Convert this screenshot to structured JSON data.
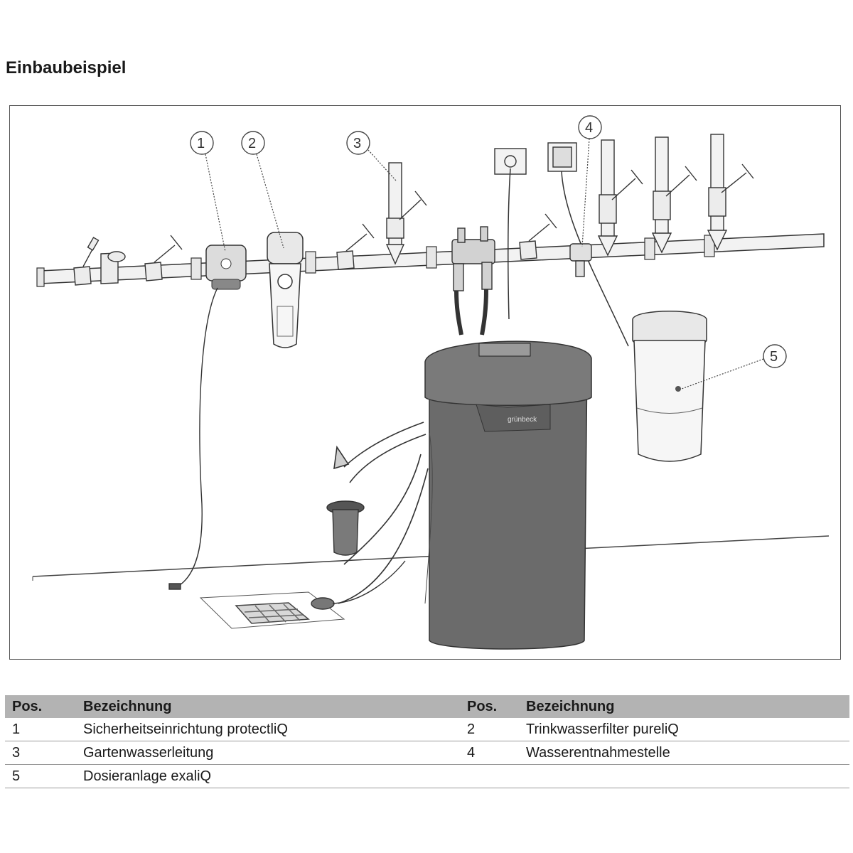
{
  "page": {
    "title": "Einbaubeispiel"
  },
  "callouts": [
    "1",
    "2",
    "3",
    "4",
    "5"
  ],
  "figure": {
    "brand_label": "grünbeck"
  },
  "legend": {
    "headers": {
      "pos": "Pos.",
      "bezeichnung": "Bezeichnung"
    },
    "rows": [
      {
        "pos_a": "1",
        "name_a": "Sicherheitseinrichtung protectliQ",
        "pos_b": "2",
        "name_b": "Trinkwasserfilter pureliQ"
      },
      {
        "pos_a": "3",
        "name_a": "Gartenwasserleitung",
        "pos_b": "4",
        "name_b": "Wasserentnahmestelle"
      },
      {
        "pos_a": "5",
        "name_a": "Dosieranlage exaliQ",
        "pos_b": "",
        "name_b": ""
      }
    ]
  },
  "colors": {
    "header_bg": "#b3b3b3",
    "device_body": "#6b6b6b",
    "line": "#333333"
  }
}
